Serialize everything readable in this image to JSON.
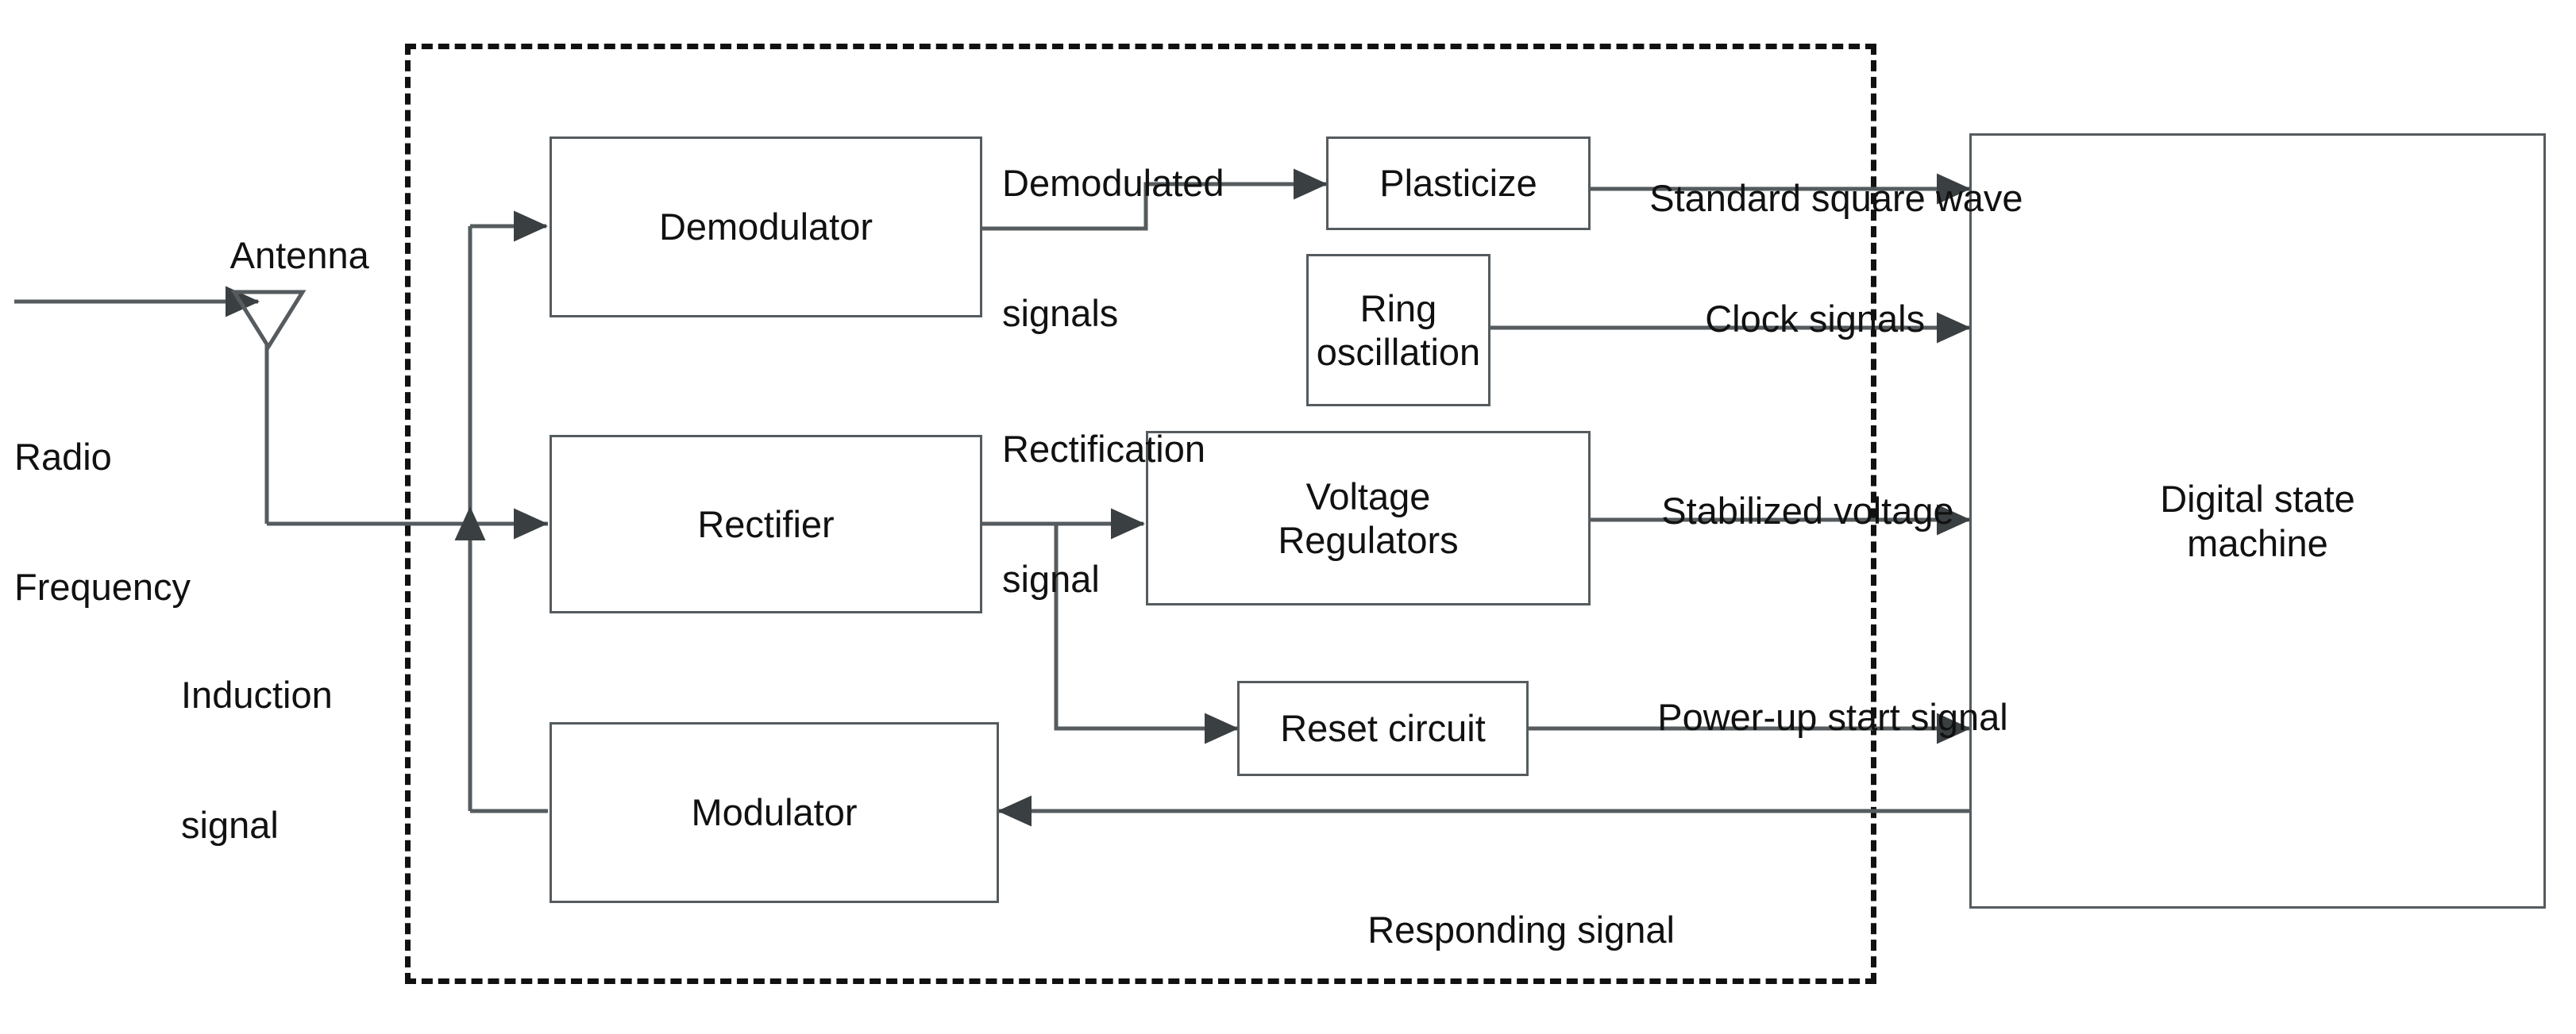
{
  "diagram": {
    "title": "RFID tag analog front-end block diagram",
    "colors": {
      "stroke": "#555b5e",
      "dashed_boundary": "#111111",
      "text": "#111111",
      "background": "#ffffff"
    },
    "boundary": {
      "name": "analog-front-end-boundary",
      "style": "dashed"
    }
  },
  "blocks": {
    "demodulator": "Demodulator",
    "rectifier": "Rectifier",
    "modulator": "Modulator",
    "plasticize": "Plasticize",
    "ring_oscillation": "Ring\noscillation",
    "ring_oscillation_line1": "Ring",
    "ring_oscillation_line2": "oscillation",
    "voltage_regulators_line1": "Voltage",
    "voltage_regulators_line2": "Regulators",
    "reset_circuit": "Reset circuit",
    "digital_state_machine_line1": "Digital state",
    "digital_state_machine_line2": "machine"
  },
  "labels": {
    "antenna": "Antenna",
    "radio_frequency_line1": "Radio",
    "radio_frequency_line2": "Frequency",
    "induction_signal_line1": "Induction",
    "induction_signal_line2": "signal",
    "demodulated_signals_line1": "Demodulated",
    "demodulated_signals_line2": "signals",
    "rectification_signal_line1": "Rectification",
    "rectification_signal_line2": "signal",
    "standard_square_wave": "Standard square wave",
    "clock_signals": "Clock signals",
    "stabilized_voltage": "Stabilized voltage",
    "power_up_start_signal": "Power-up start signal",
    "responding_signal": "Responding signal"
  },
  "icons": {
    "antenna": "antenna-triangle-icon"
  }
}
